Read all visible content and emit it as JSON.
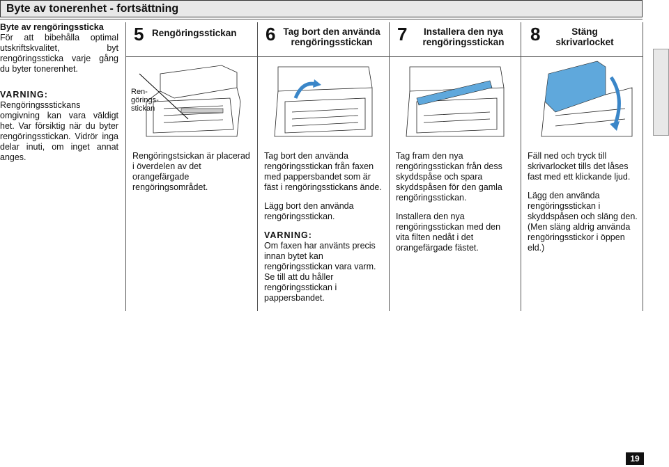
{
  "header": {
    "title": "Byte av tonerenhet",
    "subtitle": "- fortsättning"
  },
  "intro": {
    "heading": "Byte av rengöringssticka",
    "text": "För att bibehålla optimal utskriftskvalitet, byt rengöringssticka varje gång du byter tonerenhet.",
    "warning_label": "VARNING:",
    "warning_text": "Rengöringssstickans omgivning kan vara väldigt het. Var försiktig när du byter rengöringsstickan. Vidrör inga delar inuti, om inget annat anges."
  },
  "steps": [
    {
      "num": "5",
      "title": "Rengöringsstickan",
      "callout": "Ren-\ngörings-\nstickan",
      "paragraphs": [
        "Rengöringstsickan är placerad i överdelen av det orangefärgade rengöringsområdet."
      ]
    },
    {
      "num": "6",
      "title": "Tag bort den använda rengöringsstickan",
      "paragraphs": [
        "Tag bort den använda rengöringsstickan från faxen med pappersbandet som är fäst i rengöringsstickans ände.",
        "Lägg bort den använda rengöringsstickan."
      ],
      "warning_label": "VARNING:",
      "warning_text": "Om faxen har använts precis innan bytet kan rengöringsstickan vara varm. Se till att du håller rengöringsstickan i pappersbandet."
    },
    {
      "num": "7",
      "title": "Installera den nya rengöringsstickan",
      "paragraphs": [
        "Tag fram den nya rengöringsstickan från dess skyddspåse och spara skyddspåsen för den gamla rengöringsstickan.",
        "Installera den nya rengöringsstickan med den vita filten nedåt i det orangefärgade fästet."
      ]
    },
    {
      "num": "8",
      "title": "Stäng skrivarlocket",
      "paragraphs": [
        "Fäll ned och tryck till skrivarlocket tills det låses fast med ett klickande ljud.",
        "Lägg den använda rengöringsstickan i skyddspåsen och släng den. (Men släng aldrig använda rengöringsstickor i öppen eld.)"
      ]
    }
  ],
  "page_number": "19",
  "colors": {
    "highlight_blue": "#5fa8dc",
    "arrow_blue": "#3a86c8"
  }
}
